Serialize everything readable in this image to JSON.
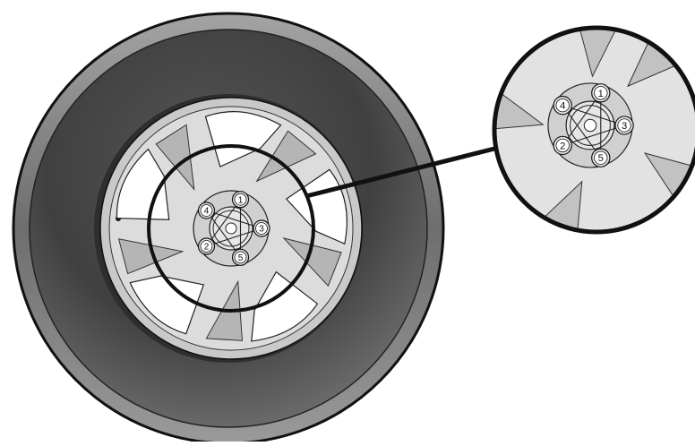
{
  "diagram": {
    "lug_labels": [
      "1",
      "2",
      "3",
      "4",
      "5"
    ],
    "colors": {
      "outline": "#111111",
      "tire_dark": "#3a3a3a",
      "tire_light": "#8d8d8d",
      "rim": "#d9d9d9",
      "spoke": "#bdbdbd",
      "window": "#ffffff"
    }
  }
}
